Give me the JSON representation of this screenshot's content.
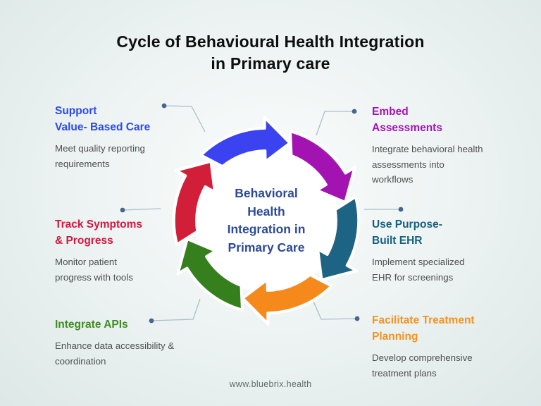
{
  "title": {
    "line1": "Cycle of Behavioural Health Integration",
    "line2": "in Primary care",
    "color": "#0e0e0e"
  },
  "center": {
    "lines": [
      "Behavioral",
      "Health",
      "Integration in",
      "Primary Care"
    ],
    "color": "#2d4a96"
  },
  "cycle": {
    "segments": [
      {
        "name": "support-value-based-care",
        "color": "#3a43ef"
      },
      {
        "name": "embed-assessments",
        "color": "#a213b1"
      },
      {
        "name": "use-purpose-built-ehr",
        "color": "#1d6383"
      },
      {
        "name": "facilitate-treatment-planning",
        "color": "#f6891b"
      },
      {
        "name": "integrate-apis",
        "color": "#35801d"
      },
      {
        "name": "track-symptoms-progress",
        "color": "#d21f39"
      }
    ]
  },
  "labels": [
    {
      "id": "support",
      "title_line1": "Support",
      "title_line2": "Value- Based Care",
      "desc": "Meet quality reporting requirements",
      "color": "#2b4af0"
    },
    {
      "id": "embed",
      "title_line1": "Embed",
      "title_line2": "Assessments",
      "desc": "Integrate behavioral health assessments into workflows",
      "color": "#a413b6"
    },
    {
      "id": "track",
      "title_line1": "Track Symptoms",
      "title_line2": "& Progress",
      "desc": "Monitor patient progress with tools",
      "color": "#d6173d"
    },
    {
      "id": "ehr",
      "title_line1": "Use Purpose-",
      "title_line2": "Built EHR",
      "desc": "Implement specialized EHR for screenings",
      "color": "#15607f"
    },
    {
      "id": "apis",
      "title_line1": "Integrate APIs",
      "title_line2": "",
      "desc": "Enhance data accessibility & coordination",
      "color": "#3f8d21"
    },
    {
      "id": "facilitate",
      "title_line1": "Facilitate Treatment",
      "title_line2": "Planning",
      "desc": "Develop comprehensive treatment plans",
      "color": "#f6921e"
    }
  ],
  "connectors": {
    "line_color": "#a9bfcc",
    "dot_color": "#47658e"
  },
  "footer": {
    "text": "www.bluebrix.health"
  }
}
